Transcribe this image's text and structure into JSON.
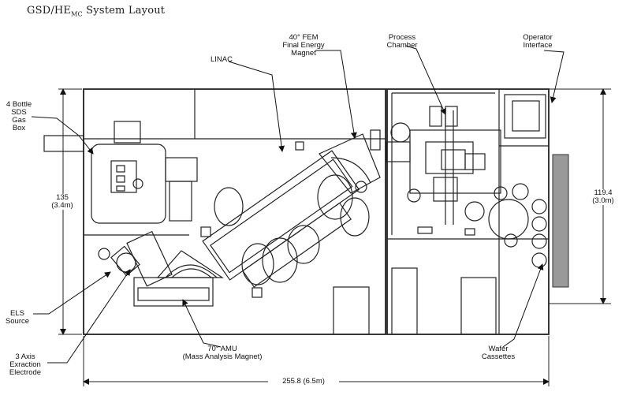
{
  "title": {
    "main": "GSD/HE",
    "sub": "MC",
    "rest": " System Layout"
  },
  "labels": {
    "gas_box": "4 Bottle\nSDS\nGas\nBox",
    "linac": "LINAC",
    "fem": "40° FEM\nFinal Energy\nMagnet",
    "process_chamber": "Process\nChamber",
    "operator_interface": "Operator\nInterface",
    "els_source": "ELS\nSource",
    "extraction_electrode": "3 Axis\nExraction\nElectrode",
    "amu": "70° AMU\n(Mass Analysis Magnet)",
    "wafer_cassettes": "Wafer\nCassettes"
  },
  "dimensions": {
    "height_left": "135\n(3.4m)",
    "height_right": "119.4\n(3.0m)",
    "width_bottom": "255.8 (6.5m)"
  }
}
